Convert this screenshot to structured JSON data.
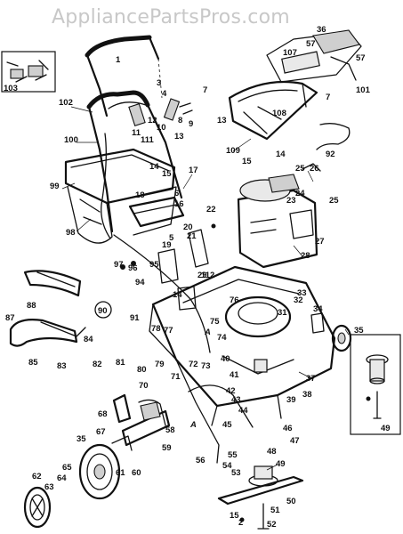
{
  "watermark": "AppliancePartsPros.com",
  "callouts": [
    {
      "id": "1",
      "text": "1"
    },
    {
      "id": "2",
      "text": "2"
    },
    {
      "id": "3",
      "text": "3"
    },
    {
      "id": "4",
      "text": "4"
    },
    {
      "id": "5",
      "text": "5"
    },
    {
      "id": "6",
      "text": "6"
    },
    {
      "id": "7a",
      "text": "7"
    },
    {
      "id": "7b",
      "text": "7"
    },
    {
      "id": "8",
      "text": "8"
    },
    {
      "id": "9",
      "text": "9"
    },
    {
      "id": "10",
      "text": "10"
    },
    {
      "id": "11",
      "text": "11"
    },
    {
      "id": "111",
      "text": "111"
    },
    {
      "id": "12",
      "text": "12"
    },
    {
      "id": "13a",
      "text": "13"
    },
    {
      "id": "13b",
      "text": "13"
    },
    {
      "id": "14a",
      "text": "14"
    },
    {
      "id": "14b",
      "text": "14"
    },
    {
      "id": "14c",
      "text": "14"
    },
    {
      "id": "15a",
      "text": "15"
    },
    {
      "id": "15b",
      "text": "15"
    },
    {
      "id": "15c",
      "text": "15"
    },
    {
      "id": "16",
      "text": "16"
    },
    {
      "id": "17",
      "text": "17"
    },
    {
      "id": "18",
      "text": "18"
    },
    {
      "id": "19",
      "text": "19"
    },
    {
      "id": "20",
      "text": "20"
    },
    {
      "id": "21",
      "text": "21"
    },
    {
      "id": "22",
      "text": "22"
    },
    {
      "id": "23",
      "text": "23"
    },
    {
      "id": "24",
      "text": "24"
    },
    {
      "id": "25a",
      "text": "25"
    },
    {
      "id": "25b",
      "text": "25"
    },
    {
      "id": "26",
      "text": "26"
    },
    {
      "id": "27",
      "text": "27"
    },
    {
      "id": "28",
      "text": "28"
    },
    {
      "id": "29",
      "text": "29"
    },
    {
      "id": "31",
      "text": "31"
    },
    {
      "id": "32",
      "text": "32"
    },
    {
      "id": "33",
      "text": "33"
    },
    {
      "id": "34",
      "text": "34"
    },
    {
      "id": "35a",
      "text": "35"
    },
    {
      "id": "35b",
      "text": "35"
    },
    {
      "id": "36",
      "text": "36"
    },
    {
      "id": "37",
      "text": "37"
    },
    {
      "id": "38",
      "text": "38"
    },
    {
      "id": "39",
      "text": "39"
    },
    {
      "id": "40",
      "text": "40"
    },
    {
      "id": "41",
      "text": "41"
    },
    {
      "id": "42",
      "text": "42"
    },
    {
      "id": "43",
      "text": "43"
    },
    {
      "id": "44",
      "text": "44"
    },
    {
      "id": "45",
      "text": "45"
    },
    {
      "id": "46",
      "text": "46"
    },
    {
      "id": "47",
      "text": "47"
    },
    {
      "id": "48",
      "text": "48"
    },
    {
      "id": "49a",
      "text": "49"
    },
    {
      "id": "49b",
      "text": "49"
    },
    {
      "id": "50",
      "text": "50"
    },
    {
      "id": "51",
      "text": "51"
    },
    {
      "id": "52",
      "text": "52"
    },
    {
      "id": "53",
      "text": "53"
    },
    {
      "id": "54",
      "text": "54"
    },
    {
      "id": "55",
      "text": "55"
    },
    {
      "id": "56",
      "text": "56"
    },
    {
      "id": "57a",
      "text": "57"
    },
    {
      "id": "57b",
      "text": "57"
    },
    {
      "id": "58",
      "text": "58"
    },
    {
      "id": "59",
      "text": "59"
    },
    {
      "id": "60",
      "text": "60"
    },
    {
      "id": "61",
      "text": "61"
    },
    {
      "id": "62",
      "text": "62"
    },
    {
      "id": "63",
      "text": "63"
    },
    {
      "id": "64",
      "text": "64"
    },
    {
      "id": "65",
      "text": "65"
    },
    {
      "id": "67",
      "text": "67"
    },
    {
      "id": "68",
      "text": "68"
    },
    {
      "id": "70",
      "text": "70"
    },
    {
      "id": "71",
      "text": "71"
    },
    {
      "id": "72",
      "text": "72"
    },
    {
      "id": "73",
      "text": "73"
    },
    {
      "id": "74",
      "text": "74"
    },
    {
      "id": "75",
      "text": "75"
    },
    {
      "id": "76",
      "text": "76"
    },
    {
      "id": "77",
      "text": "77"
    },
    {
      "id": "78",
      "text": "78"
    },
    {
      "id": "79",
      "text": "79"
    },
    {
      "id": "80",
      "text": "80"
    },
    {
      "id": "81",
      "text": "81"
    },
    {
      "id": "82",
      "text": "82"
    },
    {
      "id": "83",
      "text": "83"
    },
    {
      "id": "84",
      "text": "84"
    },
    {
      "id": "85",
      "text": "85"
    },
    {
      "id": "87",
      "text": "87"
    },
    {
      "id": "88",
      "text": "88"
    },
    {
      "id": "90",
      "text": "90"
    },
    {
      "id": "91",
      "text": "91"
    },
    {
      "id": "92",
      "text": "92"
    },
    {
      "id": "94",
      "text": "94"
    },
    {
      "id": "95",
      "text": "95"
    },
    {
      "id": "96",
      "text": "96"
    },
    {
      "id": "97",
      "text": "97"
    },
    {
      "id": "98",
      "text": "98"
    },
    {
      "id": "99",
      "text": "99"
    },
    {
      "id": "100",
      "text": "100"
    },
    {
      "id": "101",
      "text": "101"
    },
    {
      "id": "102",
      "text": "102"
    },
    {
      "id": "103",
      "text": "103"
    },
    {
      "id": "107",
      "text": "107"
    },
    {
      "id": "108",
      "text": "108"
    },
    {
      "id": "109",
      "text": "109"
    },
    {
      "id": "112",
      "text": "112"
    },
    {
      "id": "A1",
      "text": "A"
    },
    {
      "id": "A2",
      "text": "A"
    }
  ]
}
